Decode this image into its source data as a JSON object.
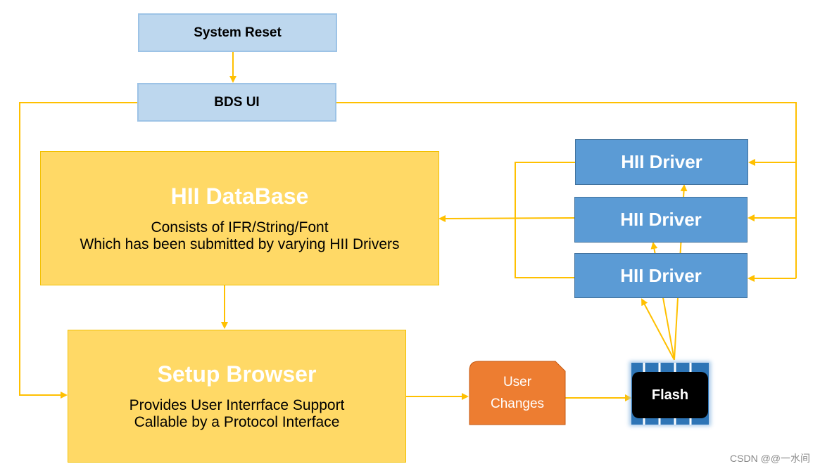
{
  "nodes": {
    "system_reset": "System Reset",
    "bds_ui": "BDS UI",
    "hii_database": {
      "title": "HII DataBase",
      "line1": "Consists of IFR/String/Font",
      "line2": "Which has been submitted by varying HII Drivers"
    },
    "setup_browser": {
      "title": "Setup Browser",
      "line1": "Provides User Interrface Support",
      "line2": "Callable by a Protocol Interface"
    },
    "hii_drivers": [
      "HII Driver",
      "HII Driver",
      "HII Driver"
    ],
    "user_changes": {
      "line1": "User",
      "line2": "Changes"
    },
    "flash": "Flash"
  },
  "watermark": "CSDN @@一水间",
  "colors": {
    "connector": "#ffc000",
    "light_blue": "#bdd7ee",
    "driver_blue": "#5b9bd5",
    "yellow": "#ffd966",
    "orange": "#ed7d31",
    "flash_bar": "#2e75b6"
  }
}
